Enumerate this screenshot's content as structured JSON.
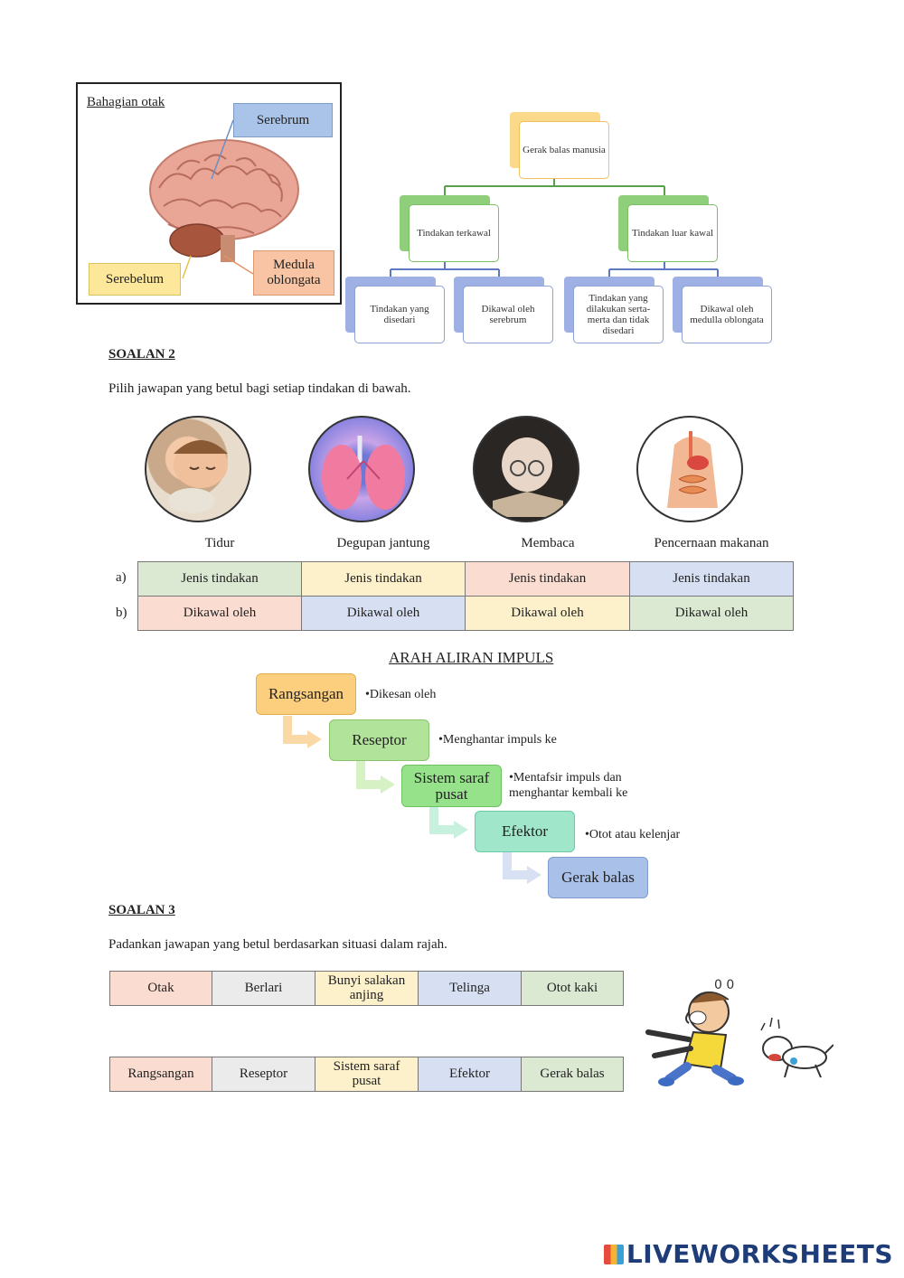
{
  "brain": {
    "title": "Bahagian otak",
    "labels": {
      "serebrum": "Serebrum",
      "serebelum": "Serebelum",
      "medula": "Medula oblongata"
    }
  },
  "concept_map": {
    "root": "Gerak balas manusia",
    "branches": [
      {
        "label": "Tindakan terkawal",
        "children": [
          "Tindakan yang disedari",
          "Dikawal oleh serebrum"
        ]
      },
      {
        "label": "Tindakan luar kawal",
        "children": [
          "Tindakan yang dilakukan serta-merta dan tidak disedari",
          "Dikawal oleh medulla oblongata"
        ]
      }
    ]
  },
  "soalan2": {
    "heading": "SOALAN 2",
    "instruction": "Pilih jawapan yang betul bagi setiap tindakan di bawah.",
    "items": [
      {
        "caption": "Tidur",
        "icon": "sleeping-child-image"
      },
      {
        "caption": "Degupan jantung",
        "icon": "lungs-image"
      },
      {
        "caption": "Membaca",
        "icon": "reading-baby-image"
      },
      {
        "caption": "Pencernaan makanan",
        "icon": "digestive-system-image"
      }
    ],
    "rows": [
      {
        "label": "a)",
        "cells": [
          "Jenis tindakan",
          "Jenis tindakan",
          "Jenis tindakan",
          "Jenis tindakan"
        ]
      },
      {
        "label": "b)",
        "cells": [
          "Dikawal oleh",
          "Dikawal oleh",
          "Dikawal oleh",
          "Dikawal oleh"
        ]
      }
    ],
    "colors": {
      "green": "#dbe9d3",
      "yellow": "#fdf1cc",
      "pink": "#fbdcd0",
      "blue": "#d7e0f2"
    }
  },
  "flow": {
    "title": "ARAH ALIRAN IMPULS",
    "steps": [
      "Rangsangan",
      "Reseptor",
      "Sistem saraf pusat",
      "Efektor",
      "Gerak balas"
    ],
    "notes": [
      "Dikesan oleh",
      "Menghantar impuls ke",
      "Mentafsir impuls dan menghantar kembali ke",
      "Otot atau kelenjar"
    ]
  },
  "soalan3": {
    "heading": "SOALAN 3",
    "instruction": "Padankan jawapan yang betul berdasarkan situasi dalam rajah.",
    "answers": [
      "Otak",
      "Berlari",
      "Bunyi salakan anjing",
      "Telinga",
      "Otot kaki"
    ],
    "stages": [
      "Rangsangan",
      "Reseptor",
      "Sistem saraf pusat",
      "Efektor",
      "Gerak balas"
    ]
  },
  "brand": "LIVEWORKSHEETS"
}
